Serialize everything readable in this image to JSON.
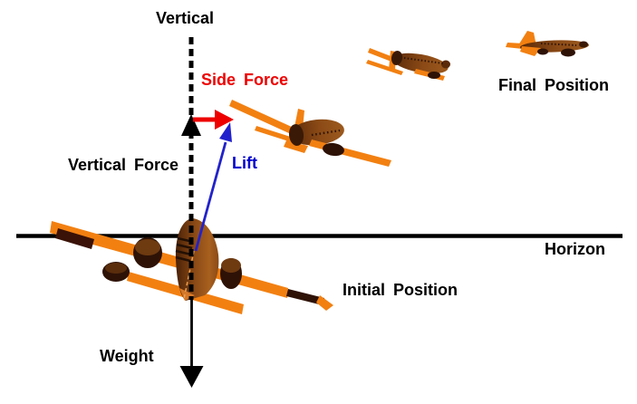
{
  "diagram": {
    "background": "#ffffff",
    "labels": {
      "vertical": "Vertical",
      "side_force": "Side Force",
      "vertical_force": "Vertical Force",
      "lift": "Lift",
      "horizon": "Horizon",
      "initial_position": "Initial Position",
      "final_position": "Final Position",
      "weight": "Weight"
    },
    "colors": {
      "side_force": "#ee0000",
      "lift": "#2222cc",
      "lift_label": "#0000cc",
      "black": "#000000",
      "wing_orange": "#f28011",
      "fuselage_mid": "#8b4a16",
      "fuselage_dark": "#4a2106",
      "engine_dark": "#2e1206",
      "background": "#ffffff"
    },
    "vectors": [
      {
        "name": "vertical-force",
        "color": "#000000",
        "direction": "up",
        "style": "dashed line with solid arrowhead"
      },
      {
        "name": "side-force",
        "color": "#ee0000",
        "direction": "right"
      },
      {
        "name": "lift",
        "color": "#2222cc",
        "direction": "up-right tilted"
      },
      {
        "name": "weight",
        "color": "#000000",
        "direction": "down"
      }
    ],
    "aircraft": [
      {
        "name": "initial-aircraft",
        "view": "front view, banked"
      },
      {
        "name": "mid-turn-aircraft",
        "view": "rear three-quarter, banked"
      },
      {
        "name": "far-turn-aircraft",
        "view": "rear three-quarter, banked"
      },
      {
        "name": "final-aircraft",
        "view": "side view, level"
      }
    ]
  }
}
